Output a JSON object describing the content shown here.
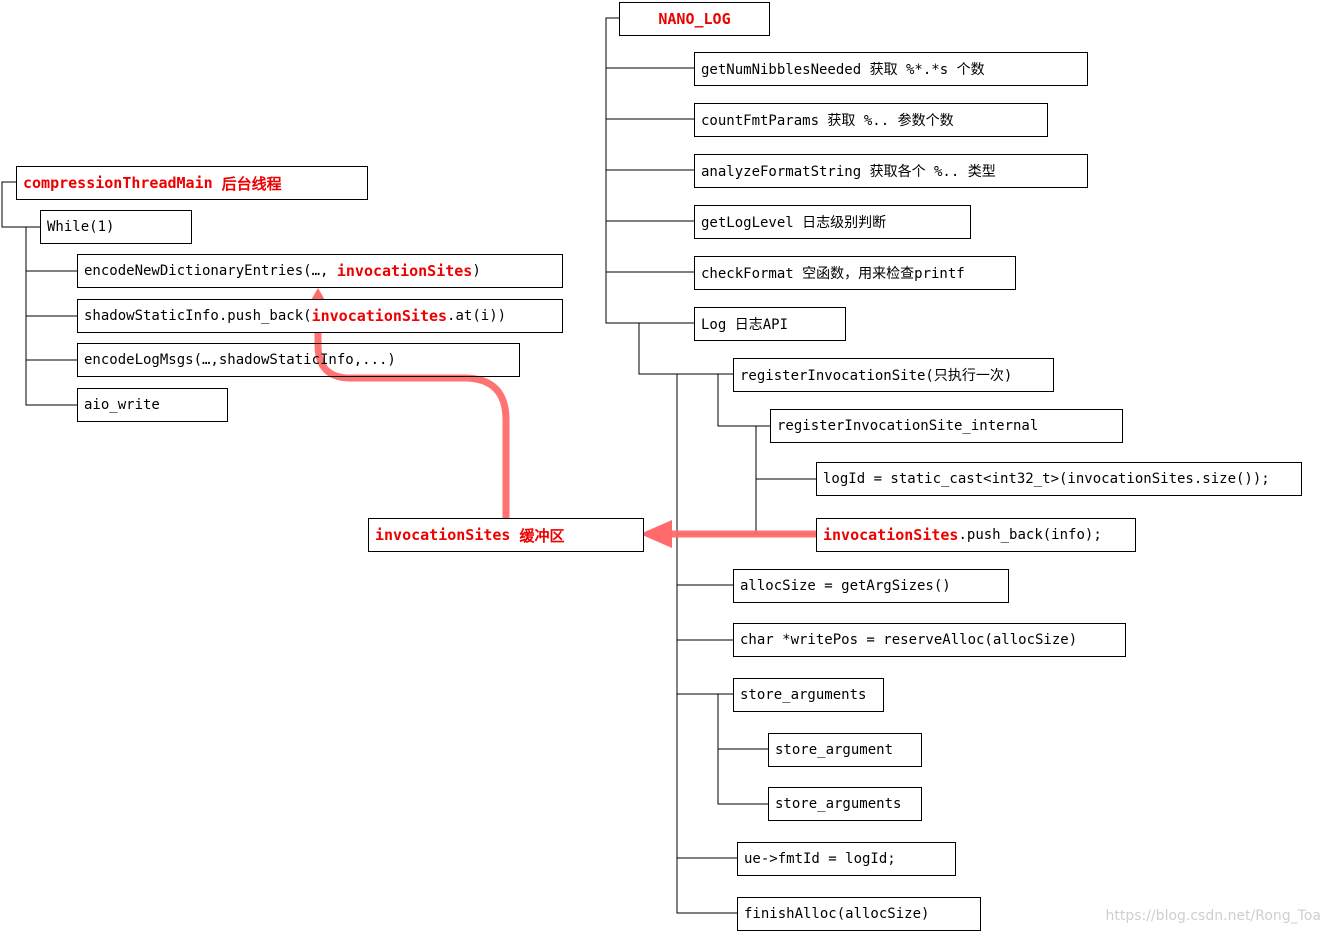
{
  "left_tree": {
    "root": {
      "name": "compressionThreadMain",
      "suffix": " 后台线程"
    },
    "loop": "While(1)",
    "items": [
      {
        "pre": "encodeNewDictionaryEntries(…, ",
        "hl": "invocationSites",
        "post": ")"
      },
      {
        "pre": "shadowStaticInfo.push_back(",
        "hl": "invocationSites",
        "post": ".at(i))"
      },
      {
        "pre": "encodeLogMsgs(…,shadowStaticInfo,...)",
        "hl": "",
        "post": ""
      },
      {
        "pre": "aio_write",
        "hl": "",
        "post": ""
      }
    ]
  },
  "buffer": {
    "name": "invocationSites",
    "suffix": " 缓冲区"
  },
  "right_tree": {
    "root": "NANO_LOG",
    "functions": [
      "getNumNibblesNeeded 获取 %*.*s 个数",
      "countFmtParams 获取 %.. 参数个数",
      "analyzeFormatString 获取各个 %.. 类型",
      "getLogLevel 日志级别判断",
      "checkFormat 空函数，用来检查printf",
      "Log 日志API"
    ],
    "log_children": {
      "register": "registerInvocationSite(只执行一次)",
      "register_internal": "registerInvocationSite_internal",
      "log_id": "logId = static_cast<int32_t>(invocationSites.size());",
      "push_back": {
        "hl": "invocationSites",
        "post": ".push_back(info);"
      },
      "alloc_size": "allocSize = getArgSizes()",
      "write_pos": "char *writePos = reserveAlloc(allocSize)",
      "store_arguments": "store_arguments",
      "store_argument_child": "store_argument",
      "store_arguments_child": "store_arguments",
      "fmt_id": "ue->fmtId = logId;",
      "finish": "finishAlloc(allocSize)"
    }
  },
  "watermark": "https://blog.csdn.net/Rong_Toa",
  "colors": {
    "highlight": "#ee0000",
    "arrow": "#ff6b6b",
    "line": "#000000"
  }
}
